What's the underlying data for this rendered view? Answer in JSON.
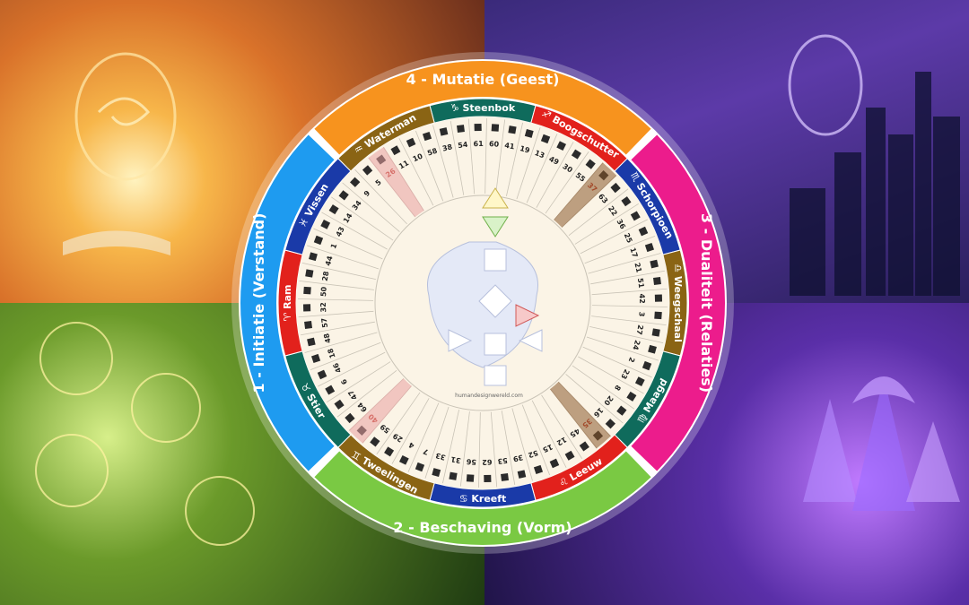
{
  "quadrants": {
    "top": {
      "label": "4 - Mutatie (Geest)",
      "color": "#f7931e"
    },
    "right": {
      "label": "3 - Dualiteit (Relaties)",
      "color": "#ec1c8c"
    },
    "bottom": {
      "label": "2 - Beschaving (Vorm)",
      "color": "#7ac943"
    },
    "left": {
      "label": "1 - Initiatie (Verstand)",
      "color": "#1e9bf0"
    }
  },
  "signs": [
    {
      "name": "Steenbok",
      "glyph": "♑",
      "color": "#0f6b5c"
    },
    {
      "name": "Boogschutter",
      "glyph": "♐",
      "color": "#e2211c"
    },
    {
      "name": "Schorpioen",
      "glyph": "♏",
      "color": "#1a3aa8"
    },
    {
      "name": "Weegschaal",
      "glyph": "♎",
      "color": "#8a6414"
    },
    {
      "name": "Maagd",
      "glyph": "♍",
      "color": "#0f6b5c"
    },
    {
      "name": "Leeuw",
      "glyph": "♌",
      "color": "#e2211c"
    },
    {
      "name": "Kreeft",
      "glyph": "♋",
      "color": "#1a3aa8"
    },
    {
      "name": "Tweelingen",
      "glyph": "♊",
      "color": "#8a6414"
    },
    {
      "name": "Stier",
      "glyph": "♉",
      "color": "#0f6b5c"
    },
    {
      "name": "Ram",
      "glyph": "♈",
      "color": "#e2211c"
    },
    {
      "name": "Vissen",
      "glyph": "♓",
      "color": "#1a3aa8"
    },
    {
      "name": "Waterman",
      "glyph": "♒",
      "color": "#8a6414"
    }
  ],
  "gates": [
    "54",
    "61",
    "60",
    "41",
    "19",
    "13",
    "49",
    "30",
    "55",
    "37",
    "63",
    "22",
    "36",
    "25",
    "17",
    "21",
    "51",
    "42",
    "3",
    "27",
    "24",
    "2",
    "23",
    "8",
    "20",
    "16",
    "35",
    "45",
    "12",
    "15",
    "52",
    "39",
    "53",
    "62",
    "56",
    "31",
    "33",
    "7",
    "4",
    "29",
    "59",
    "40",
    "64",
    "47",
    "6",
    "46",
    "18",
    "48",
    "57",
    "32",
    "50",
    "28",
    "44",
    "1",
    "43",
    "14",
    "34",
    "9",
    "5",
    "26",
    "11",
    "10",
    "58",
    "38"
  ],
  "highlight_gates": [
    "26",
    "37",
    "40",
    "35"
  ],
  "watermark": "humandesignwereld.com",
  "colors": {
    "ring_border": "#ffffff",
    "table": "#fbf4e6",
    "accent_line": "#e9a0a0",
    "accent_brown": "#8b5a2b"
  }
}
